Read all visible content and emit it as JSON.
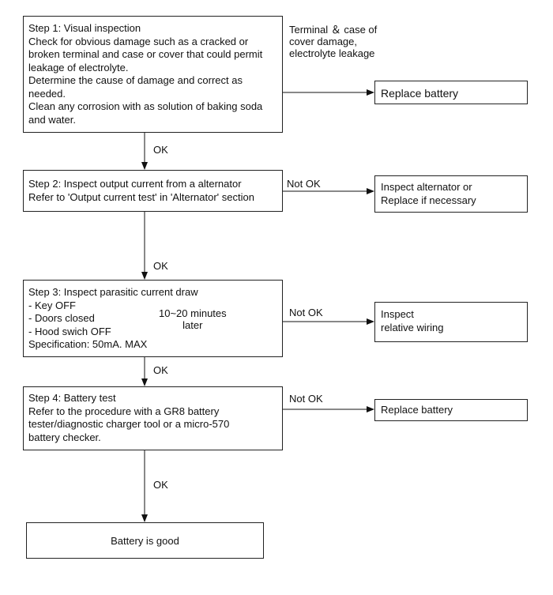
{
  "step1": {
    "title": "Step 1: Visual inspection",
    "lines": [
      "Check for obvious damage such as a cracked or",
      "broken terminal and case or cover that could permit",
      "leakage of electrolyte.",
      "Determine the cause of damage and correct as",
      "needed.",
      "Clean any corrosion with as solution of baking soda",
      "and water."
    ],
    "fail_label_lines": [
      "Terminal ＆ case of",
      "cover damage,",
      "electrolyte leakage"
    ],
    "fail_action": "Replace battery",
    "ok_label": "OK"
  },
  "step2": {
    "title": "Step 2: Inspect output current from a alternator",
    "lines": [
      "Refer to 'Output current test' in 'Alternator' section"
    ],
    "fail_label": "Not OK",
    "fail_action_lines": [
      "Inspect alternator or",
      "Replace if necessary"
    ],
    "ok_label": "OK"
  },
  "step3": {
    "title": "Step 3: Inspect parasitic current draw",
    "items": [
      " - Key OFF",
      " - Doors closed",
      " - Hood swich OFF"
    ],
    "spec": "   Specification: 50mA. MAX",
    "timing_lines": [
      "10~20 minutes",
      "later"
    ],
    "fail_label": "Not OK",
    "fail_action_lines": [
      "Inspect",
      "relative wiring"
    ],
    "ok_label": "OK"
  },
  "step4": {
    "title": "Step 4: Battery test",
    "lines": [
      "Refer to the procedure with a GR8 battery",
      "tester/diagnostic charger tool or a micro-570",
      "battery checker."
    ],
    "fail_label": "Not OK",
    "fail_action": "Replace battery",
    "ok_label": "OK"
  },
  "result": "Battery is good"
}
